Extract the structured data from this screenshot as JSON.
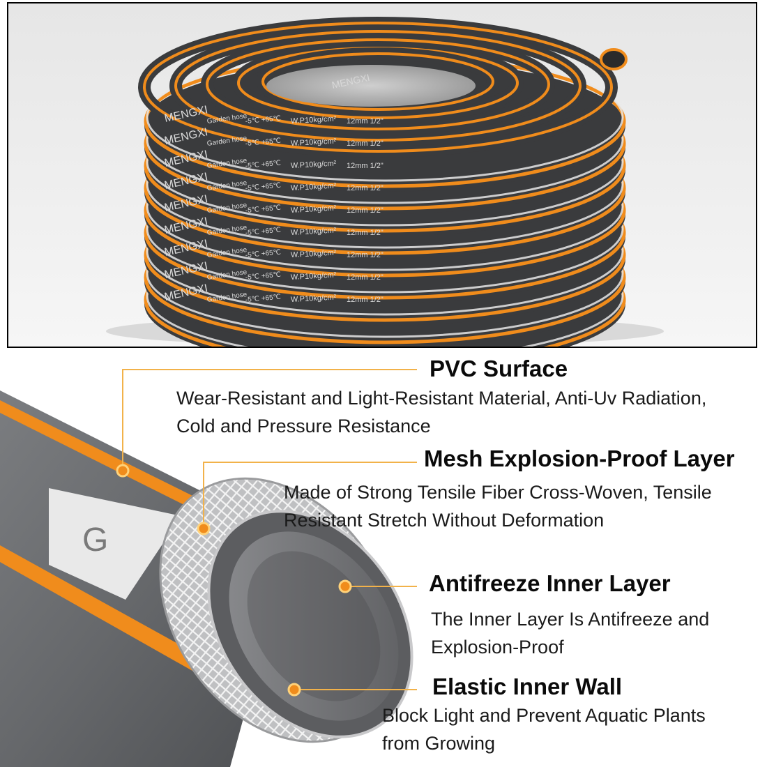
{
  "colors": {
    "accent": "#f08c1c",
    "hose_gray": "#6d6f72",
    "hose_dark": "#2e2f31",
    "stripe_white": "#e9e9e9"
  },
  "coil_print": {
    "brand": "MENGXI",
    "type": "Garden hose",
    "temp": "-5℃ +65℃",
    "pressure": "W.P10kg/cm²",
    "size": "12mm 1/2\""
  },
  "hose_cutaway_print": "G",
  "layers": [
    {
      "title": "PVC Surface",
      "description_lines": [
        "Wear-Resistant and Light-Resistant Material, Anti-Uv Radiation,",
        "Cold and Pressure Resistance"
      ]
    },
    {
      "title": "Mesh Explosion-Proof Layer",
      "description_lines": [
        "Made of Strong Tensile Fiber Cross-Woven, Tensile",
        "Resistant Stretch Without Deformation"
      ]
    },
    {
      "title": "Antifreeze Inner Layer",
      "description_lines": [
        "The Inner Layer Is Antifreeze and",
        "Explosion-Proof"
      ]
    },
    {
      "title": "Elastic Inner Wall",
      "description_lines": [
        "Block Light and Prevent Aquatic Plants",
        "from Growing"
      ]
    }
  ]
}
